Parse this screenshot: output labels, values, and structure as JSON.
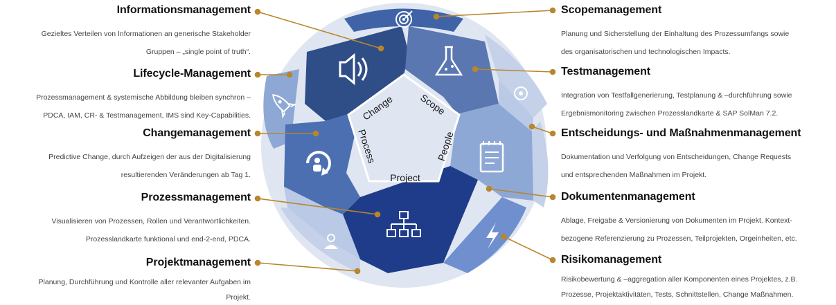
{
  "center": {
    "words": [
      "Change",
      "Scope",
      "People",
      "Project",
      "Process"
    ]
  },
  "colors": {
    "connector": "#b8862b",
    "dark_blue": "#1f3c8a",
    "mid_blue": "#3f63a6",
    "light_blue": "#8fa7cf",
    "pale_blue": "#c9d5ea",
    "center_fill": "#dfe6f2"
  },
  "left_items": [
    {
      "title": "Informationsmanagement",
      "lines": [
        "Gezieltes Verteilen von Informationen an generische  Stakeholder",
        "Gruppen – „single point of truth“."
      ]
    },
    {
      "title": "Lifecycle-Management",
      "lines": [
        "Prozessmanagement & systemische Abbildung bleiben synchron –",
        "PDCA, IAM, CR- & Testmanagement, IMS sind Key-Capabilities."
      ]
    },
    {
      "title": "Changemanagement",
      "lines": [
        "Predictive Change, durch Aufzeigen der aus der Digitalisierung",
        "resultierenden Veränderungen ab Tag 1."
      ]
    },
    {
      "title": "Prozessmanagement",
      "lines": [
        "Visualisieren von Prozessen, Rollen und Verantwortlichkeiten.",
        "Prozesslandkarte funktional und end-2-end, PDCA."
      ]
    },
    {
      "title": "Projektmanagement",
      "lines": [
        "Planung, Durchführung und Kontrolle aller relevanter Aufgaben im",
        "Projekt."
      ]
    }
  ],
  "right_items": [
    {
      "title": "Scopemanagement",
      "lines": [
        "Planung und Sicherstellung der Einhaltung des Prozessumfangs sowie",
        "des organisatorischen und technologischen Impacts."
      ]
    },
    {
      "title": "Testmanagement",
      "lines": [
        "Integration von Testfallgenerierung, Testplanung & –durchführung sowie",
        "Ergebnismonitoring zwischen Prozesslandkarte & SAP SolMan 7.2."
      ]
    },
    {
      "title": "Entscheidungs- und Maßnahmenmanagement",
      "lines": [
        "Dokumentation und Verfolgung von Entscheidungen, Change Requests",
        "und entsprechenden Maßnahmen im Projekt."
      ]
    },
    {
      "title": "Dokumentenmanagement",
      "lines": [
        "Ablage, Freigabe & Versionierung von Dokumenten im Projekt. Kontext-",
        "bezogene Referenzierung zu Prozessen, Teilprojekten, Orgeinheiten, etc."
      ]
    },
    {
      "title": "Risikomanagement",
      "lines": [
        "Risikobewertung & –aggregation aller Komponenten eines Projektes, z.B.",
        "Prozesse, Projektaktivitäten, Tests, Schnittstellen, Change Maßnahmen."
      ]
    }
  ],
  "icons": {
    "speaker": "speaker-icon",
    "target": "target-icon",
    "flask": "flask-icon",
    "gear": "gear-icon",
    "rocket": "rocket-icon",
    "change": "change-cycle-icon",
    "notepad": "notepad-icon",
    "org_chart": "org-chart-icon",
    "lightning": "lightning-icon",
    "person": "person-icon"
  }
}
